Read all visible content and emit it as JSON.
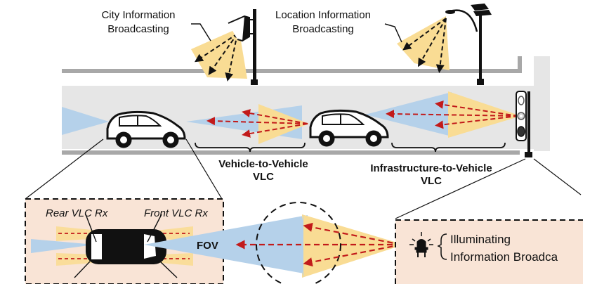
{
  "labels": {
    "city_info": [
      "City Information",
      "Broadcasting"
    ],
    "location_info": [
      "Location Information",
      "Broadcasting"
    ],
    "v2v": [
      "Vehicle-to-Vehicle",
      "VLC"
    ],
    "i2v": [
      "Infrastructure-to-Vehicle",
      "VLC"
    ],
    "rear_rx": "Rear VLC Rx",
    "front_rx": "Front VLC Rx",
    "fov": "FOV",
    "illuminating": "Illuminating",
    "info_broadcast": "Information Broadca"
  },
  "colors": {
    "light_cone": "#f9dc94",
    "fov_cone": "#b5d1ea",
    "signal_arrow": "#c21a1a",
    "road": "#e6e6e6",
    "road_edge": "#a8a8a8",
    "inset_bg": "#f9e4d6"
  },
  "icons": [
    "billboard-icon",
    "street-lamp-icon",
    "solar-panel-icon",
    "car-side-icon",
    "car-top-icon",
    "traffic-light-icon",
    "beacon-light-icon"
  ]
}
